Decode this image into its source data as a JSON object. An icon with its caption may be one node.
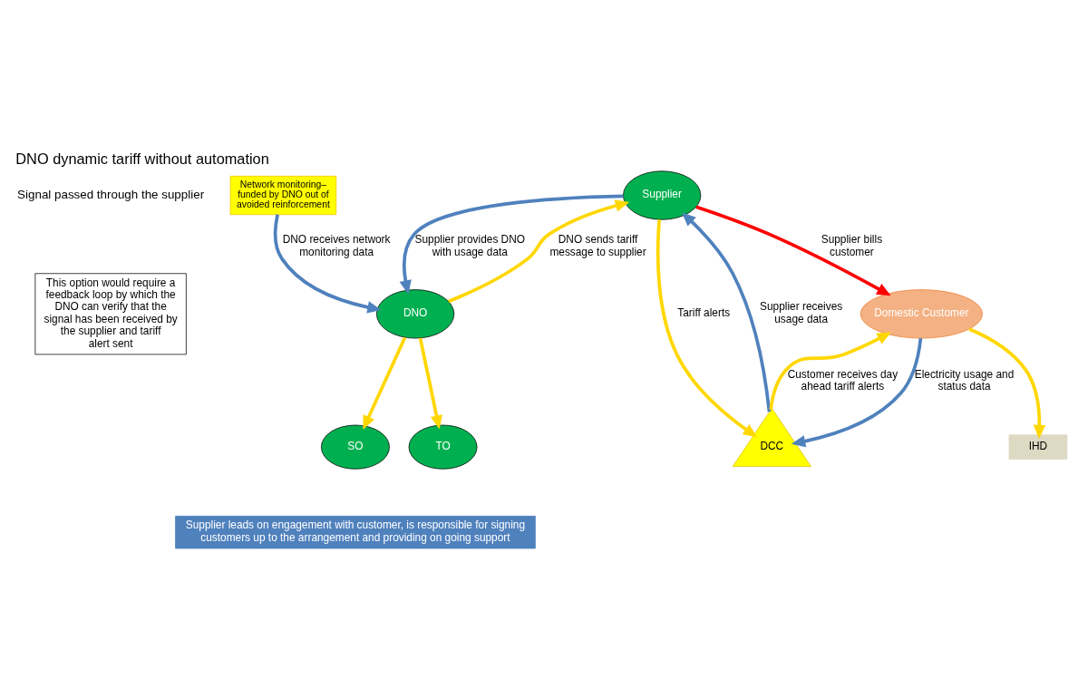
{
  "diagram": {
    "title": "DNO dynamic tariff without automation",
    "nodes": [
      {
        "text": [
          "Supplier"
        ]
      },
      {
        "text": [
          "IHD"
        ]
      },
      {
        "text": [
          "Domestic Customer"
        ]
      },
      {
        "text": [
          "DCC"
        ]
      },
      {
        "text": [
          "DNO"
        ]
      },
      {
        "text": [
          "SO"
        ]
      },
      {
        "text": [
          "TO"
        ]
      },
      {
        "text": [
          "Network monitoring– funded by DNO out of avoided reinforcement"
        ]
      },
      {
        "text": [
          "This option would require a feedback loop by which the DNO can verify that the signal has been received by the supplier and tariff alert sent"
        ]
      },
      {
        "text": [
          "Supplier leads on engagement with customer, is responsible for signing customers up to the arrangement and providing on going support"
        ]
      }
    ],
    "edges": [
      {
        "from": 0,
        "to": 2,
        "arrow": "to",
        "label": "Supplier bills customer",
        "color": "#ff0000"
      },
      {
        "from": 2,
        "to": 1,
        "arrow": "to"
      },
      {
        "from": 3,
        "to": 2,
        "arrow": "to",
        "label": "Customer receives day ahead tariff alerts"
      },
      {
        "from": 2,
        "to": 3,
        "arrow": "to",
        "label": "Electricity usage and status data",
        "color": "#4f81bd"
      },
      {
        "from": 0,
        "to": 3,
        "arrow": "to",
        "label": "Tariff alerts"
      },
      {
        "from": 3,
        "to": 0,
        "arrow": "to",
        "label": "Supplier receives usage data",
        "color": "#4f81bd"
      },
      {
        "from": 0,
        "to": 4,
        "arrow": "to",
        "label": "Supplier provides DNO with usage data",
        "color": "#4f81bd"
      },
      {
        "from": 4,
        "to": 0,
        "arrow": "to",
        "label": "DNO sends tariff message to supplier"
      },
      {
        "from": 7,
        "to": 4,
        "arrow": "to",
        "label": "DNO receives network monitoring data",
        "color": "#4f81bd"
      },
      {
        "from": 4,
        "to": 5,
        "arrow": "to"
      },
      {
        "from": 4,
        "to": 6,
        "arrow": "to"
      }
    ],
    "labels": [
      "Signal passed through the supplier"
    ]
  }
}
